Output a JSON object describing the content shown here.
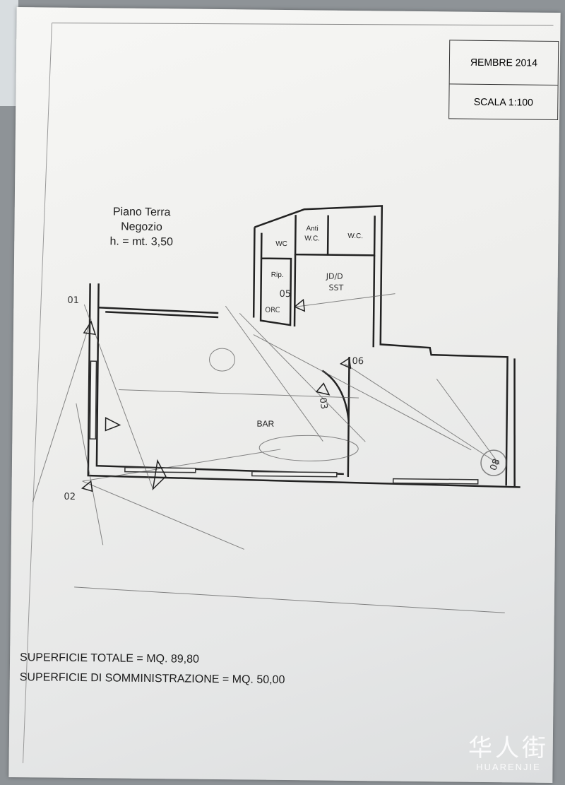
{
  "title_block": {
    "date": "ЯЕМBRE 2014",
    "scale": "SCALA 1:100"
  },
  "heading": {
    "floor": "Piano Terra",
    "use": "Negozio",
    "height": "h. = mt. 3,50"
  },
  "rooms": {
    "wc_small": "WC",
    "anti_wc_1": "Anti",
    "anti_wc_2": "W.C.",
    "wc": "W.C.",
    "storage": "Rip.",
    "bar": "BAR"
  },
  "markers": {
    "m01": "01",
    "m02": "02",
    "m03": "03",
    "m05": "05",
    "m06": "06",
    "m08": "08",
    "note_orc": "ORC",
    "note_1": "JD/D",
    "note_2": "SST"
  },
  "areas": {
    "total": "SUPERFICIE TOTALE = MQ. 89,80",
    "service": "SUPERFICIE DI SOMMINISTRAZIONE = MQ. 50,00"
  },
  "watermark": {
    "cn": "华人街",
    "en": "HUARENJIE"
  }
}
